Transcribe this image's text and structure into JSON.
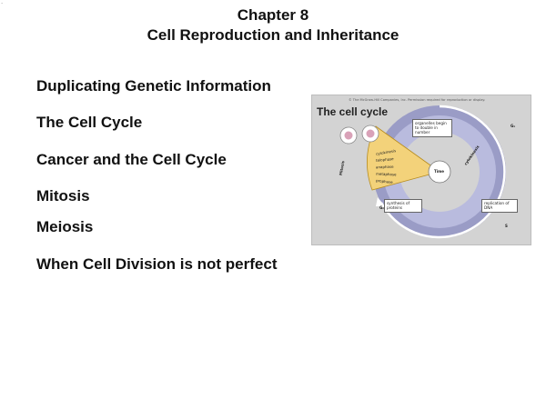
{
  "page": {
    "corner_mark": "·",
    "chapter": "Chapter 8",
    "subtitle": "Cell Reproduction and Inheritance"
  },
  "topics": [
    "Duplicating Genetic Information",
    "The Cell Cycle",
    "Cancer and the Cell Cycle",
    "Mitosis",
    "Meiosis",
    "When Cell Division is not perfect"
  ],
  "figure": {
    "copyright": "© The McGraw-Hill Companies, Inc. Permission required for reproduction or display.",
    "title": "The cell cycle",
    "boxes": {
      "organelles": "organelles begin to double in number",
      "replication": "replication of DNA",
      "synthesis": "synthesis of proteins",
      "time": "Time"
    },
    "stages": {
      "g1": "G₁",
      "s": "S",
      "g2": "G₂",
      "mitosis": "Mitosis",
      "cytokinesis": "cytokinesis",
      "interphase": "interphase"
    },
    "phases": [
      "cytokinesis",
      "telophase",
      "anaphase",
      "metaphase",
      "prophase"
    ],
    "colors": {
      "background": "#d3d3d3",
      "ring_outer": "#9a9cc6",
      "ring_inner": "#b9bbde",
      "mitosis_wedge": "#f3d27a",
      "center": "#ffffff"
    }
  }
}
